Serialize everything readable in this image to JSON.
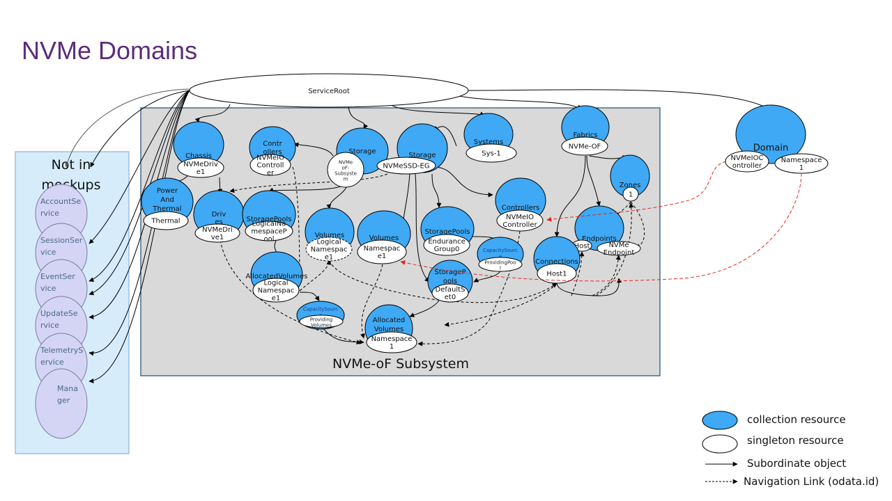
{
  "title": "NVMe Domains",
  "service_root": "ServiceRoot",
  "subsystem_label": "NVMe-oF Subsystem",
  "not_in_mockups": {
    "title_line1": "Not in",
    "title_line2": "mockups",
    "items": [
      {
        "id": "account",
        "lines": [
          "AccountSe",
          "rvice"
        ]
      },
      {
        "id": "session",
        "lines": [
          "SessionSer",
          "vice"
        ]
      },
      {
        "id": "event",
        "lines": [
          "EventSer",
          "vice"
        ]
      },
      {
        "id": "update",
        "lines": [
          "UpdateSe",
          "rvice"
        ]
      },
      {
        "id": "telemetry",
        "lines": [
          "TelemetryS",
          "ervice"
        ]
      },
      {
        "id": "manager",
        "lines": [
          "Mana",
          "ger"
        ]
      }
    ]
  },
  "nodes": [
    {
      "id": "chassis",
      "collection": [
        "Chassis"
      ],
      "singleton": [
        "NVMeDriv",
        "e1"
      ]
    },
    {
      "id": "power",
      "collection": [
        "Power",
        "And",
        "Thermal"
      ],
      "singleton": [
        "Thermal"
      ]
    },
    {
      "id": "drives",
      "collection": [
        "Driv",
        "es"
      ],
      "singleton": [
        "NVMeDri",
        "ve1"
      ]
    },
    {
      "id": "controllers1",
      "collection": [
        "Contr",
        "ollers"
      ],
      "singleton": [
        "NVMeIO",
        "Controll",
        "er"
      ]
    },
    {
      "id": "storagepools1",
      "collection": [
        "StoragePools"
      ],
      "singleton": [
        "LogicalNa",
        "mespaceP",
        "ool"
      ]
    },
    {
      "id": "storage1",
      "collection": [
        "Storage"
      ],
      "singleton": [
        "NVMe",
        "oF-",
        "Subsyste",
        "m"
      ]
    },
    {
      "id": "volumes1",
      "collection": [
        "Volumes"
      ],
      "singleton": [
        "Logical",
        "Namespac",
        "e1"
      ]
    },
    {
      "id": "allocvol1",
      "collection": [
        "AllocatedVolumes"
      ],
      "singleton": [
        "Logical",
        "Namespac",
        "e1"
      ]
    },
    {
      "id": "capsrc1",
      "collection": [
        "CapacitySourc",
        "e"
      ],
      "singleton": [
        "Providing",
        "Volumes"
      ]
    },
    {
      "id": "storage2",
      "collection": [
        "Storage"
      ],
      "singleton": [
        "NVMeSSD-EG"
      ]
    },
    {
      "id": "volumes2",
      "collection": [
        "Volumes"
      ],
      "singleton": [
        "Namespac",
        "e1"
      ]
    },
    {
      "id": "storagepools2",
      "collection": [
        "StoragePools"
      ],
      "singleton": [
        "Endurance",
        "Group0"
      ]
    },
    {
      "id": "capsrc2",
      "collection": [
        "CapacitySourc",
        "e"
      ],
      "singleton": [
        "ProvidingPoo",
        "l"
      ]
    },
    {
      "id": "storagepools3",
      "collection": [
        "StorageP",
        "ools"
      ],
      "singleton": [
        "DefaultS",
        "et0"
      ]
    },
    {
      "id": "allocvol2",
      "collection": [
        "Allocated",
        "Volumes"
      ],
      "singleton": [
        "Namespace",
        "1"
      ]
    },
    {
      "id": "systems",
      "collection": [
        "Systems"
      ],
      "singleton": [
        "Sys-1"
      ]
    },
    {
      "id": "controllers2",
      "collection": [
        "Controllers"
      ],
      "singleton": [
        "NVMeIO",
        "Controller"
      ]
    },
    {
      "id": "fabrics",
      "collection": [
        "Fabrics"
      ],
      "singleton": [
        "NVMe-OF"
      ]
    },
    {
      "id": "zones",
      "collection": [
        "Zones"
      ],
      "singleton": [
        "1"
      ]
    },
    {
      "id": "endpoints",
      "collection": [
        "Endpoints"
      ],
      "singleton": [
        "Host"
      ],
      "singleton2": [
        "NVMe",
        "Endpoint"
      ]
    },
    {
      "id": "connections",
      "collection": [
        "Connections"
      ],
      "singleton": [
        "Host1"
      ]
    },
    {
      "id": "domain",
      "collection": [
        "Domain"
      ],
      "singleton": [
        "NVMeIOC",
        "ontroller"
      ],
      "singleton2": [
        "Namespace",
        "1"
      ]
    }
  ],
  "legend": {
    "collection": "collection resource",
    "singleton": "singleton resource",
    "subordinate": "Subordinate object",
    "navigation": "Navigation Link (odata.id)"
  },
  "colors": {
    "collection_fill": "#3fa9f5",
    "subsystem_bg": "#d9d9d9",
    "subsystem_border": "#1f4e79",
    "not_in_mockups_bg": "#d6ecfb",
    "not_in_mockups_node": "#d4d4f4",
    "title": "#5a2d7a",
    "red_link": "#e8261e"
  }
}
